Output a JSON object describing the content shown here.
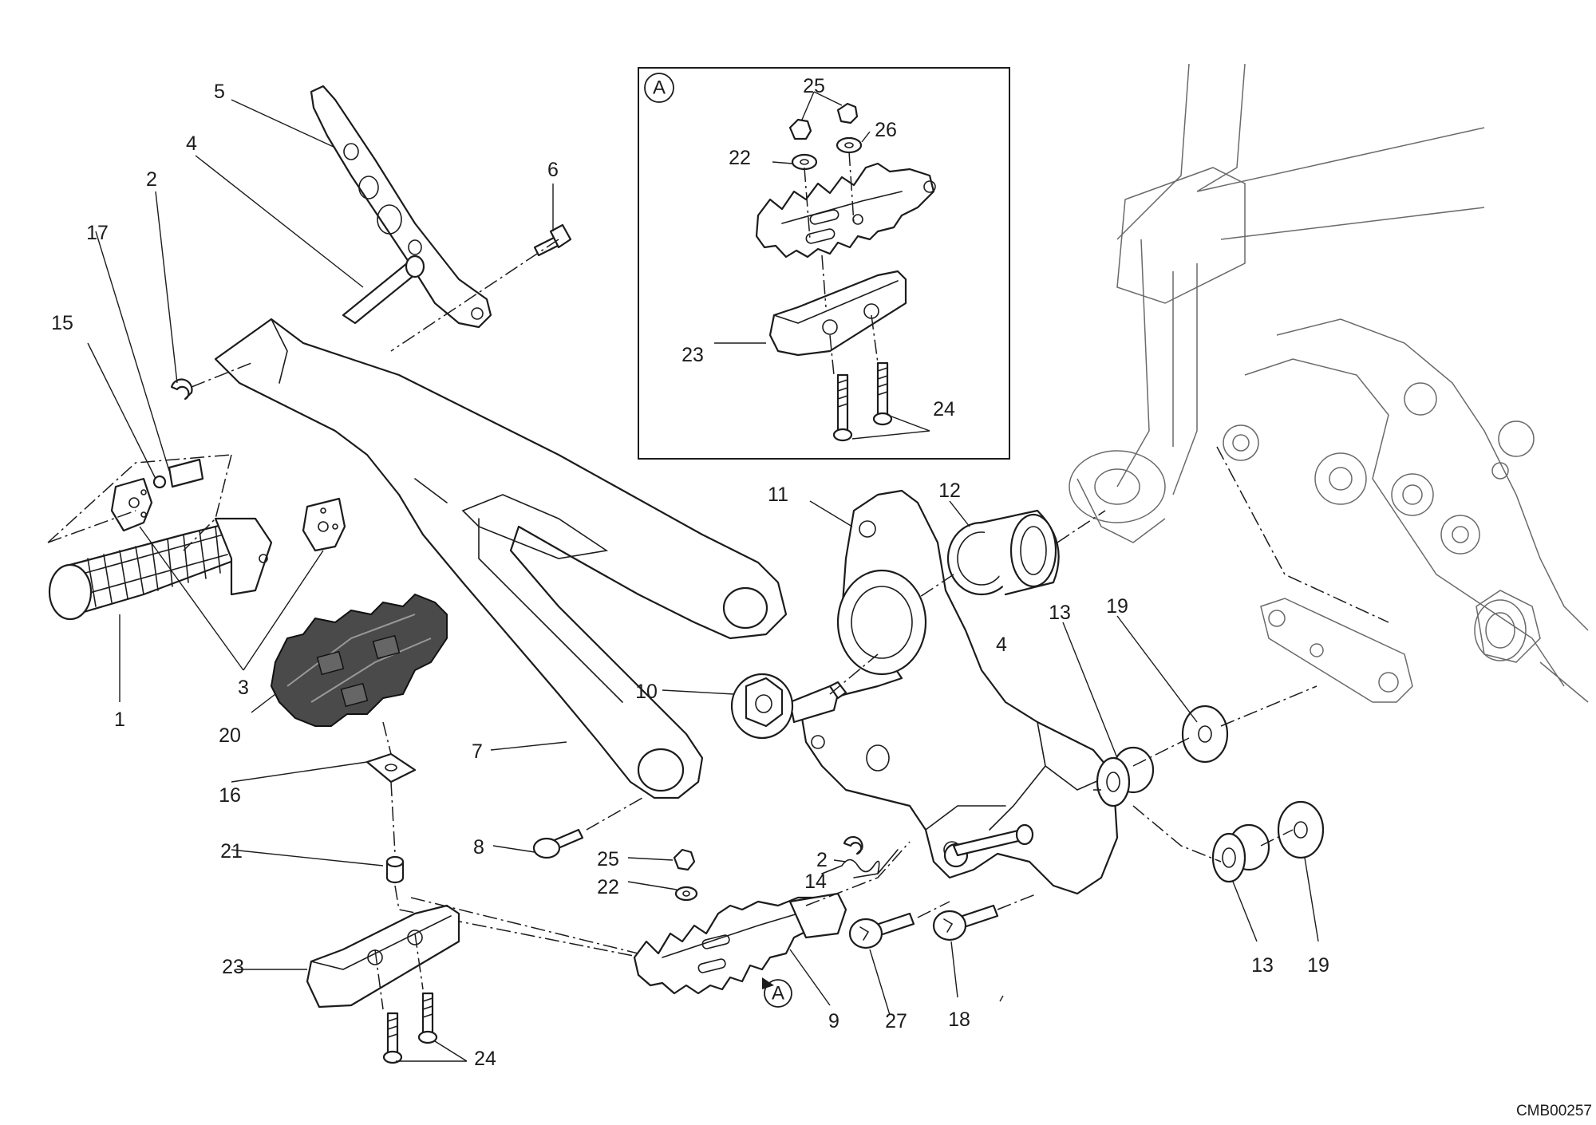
{
  "diagram": {
    "drawing_code": "CMB00257",
    "detail_marker": "A",
    "callouts": [
      "1",
      "2",
      "3",
      "4",
      "5",
      "6",
      "7",
      "8",
      "9",
      "10",
      "11",
      "12",
      "13",
      "14",
      "15",
      "16",
      "17",
      "18",
      "19",
      "20",
      "21",
      "22",
      "23",
      "24",
      "25",
      "26",
      "27"
    ]
  }
}
